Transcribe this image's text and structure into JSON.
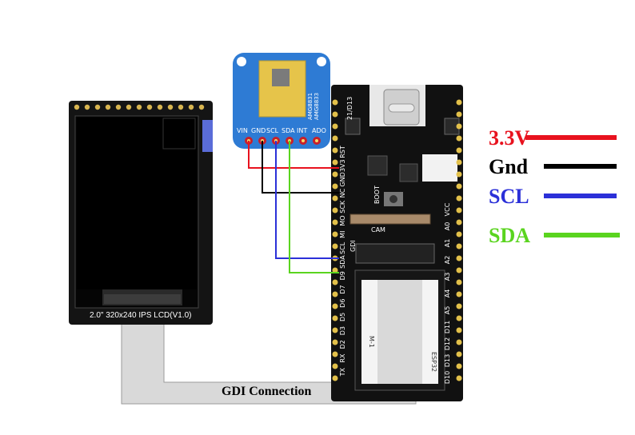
{
  "legend": [
    {
      "label": "3.3V",
      "color": "#e8121e"
    },
    {
      "label": "Gnd",
      "color": "#000000"
    },
    {
      "label": "SCL",
      "color": "#2b30d8"
    },
    {
      "label": "SDA",
      "color": "#5ad41f"
    }
  ],
  "gdi_label": "GDI Connection",
  "lcd": {
    "caption": "2.0\" 320x240 IPS LCD(V1.0)"
  },
  "sensor": {
    "model_1": "AMG8831",
    "model_2": "AMG8833",
    "pins": [
      "VIN",
      "GND",
      "SCL",
      "SDA",
      "INT",
      "ADO"
    ]
  },
  "board": {
    "left_pins": [
      "RST",
      "3V3",
      "GND",
      "NC",
      "SCK",
      "MO",
      "MI",
      "SCL",
      "SDA",
      "D9",
      "D7",
      "D6",
      "D5",
      "D3",
      "D2",
      "RX",
      "TX"
    ],
    "right_pins": [
      "VCC",
      "A0",
      "A1",
      "A2",
      "A3",
      "A4",
      "A5",
      "D11",
      "D12",
      "D13",
      "D10"
    ],
    "labels": [
      "CAM",
      "GDI",
      "BOOT",
      "21/D13",
      "ESP32",
      "M-1"
    ]
  },
  "icons": [
    "usb-c-icon",
    "thermal-sensor-icon"
  ]
}
